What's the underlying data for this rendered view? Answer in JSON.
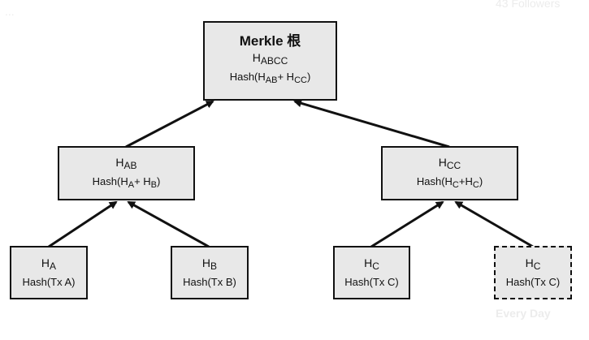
{
  "background": {
    "top_left_text": "...",
    "top_right_text": "43 Followers",
    "bottom_right_text": "Every Day"
  },
  "tree": {
    "root": {
      "title": "Merkle 根",
      "hash_name": {
        "base": "H",
        "sub": "ABCC"
      },
      "formula": {
        "prefix": "Hash(H",
        "sub1": "AB",
        "mid": "+ H",
        "sub2": "CC",
        "suffix": ")"
      }
    },
    "hab": {
      "hash_name": {
        "base": "H",
        "sub": "AB"
      },
      "formula": {
        "prefix": "Hash(H",
        "sub1": "A",
        "mid": "+ H",
        "sub2": "B",
        "suffix": ")"
      }
    },
    "hcc": {
      "hash_name": {
        "base": "H",
        "sub": "CC"
      },
      "formula": {
        "prefix": "Hash(H",
        "sub1": "C",
        "mid": "+H",
        "sub2": "C",
        "suffix": ")"
      }
    },
    "leaf_a": {
      "hash_name": {
        "base": "H",
        "sub": "A"
      },
      "formula": "Hash(Tx A)"
    },
    "leaf_b": {
      "hash_name": {
        "base": "H",
        "sub": "B"
      },
      "formula": "Hash(Tx B)"
    },
    "leaf_c": {
      "hash_name": {
        "base": "H",
        "sub": "C"
      },
      "formula": "Hash(Tx C)"
    },
    "leaf_c_dup": {
      "hash_name": {
        "base": "H",
        "sub": "C"
      },
      "formula": "Hash(Tx C)"
    }
  },
  "colors": {
    "node_fill": "#e8e8e8",
    "border": "#111111",
    "arrow": "#111111"
  }
}
